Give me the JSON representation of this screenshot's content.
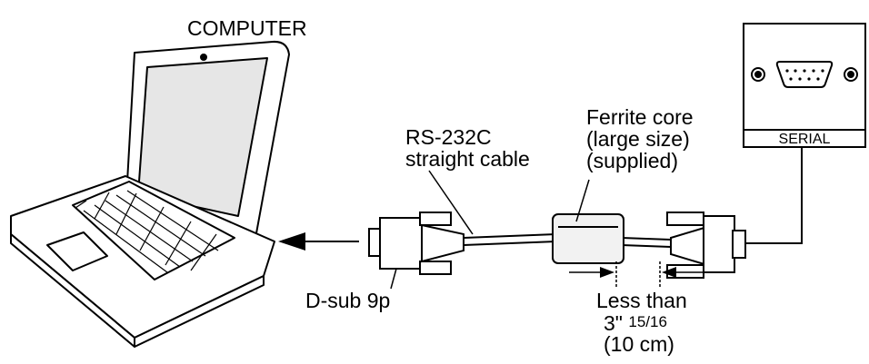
{
  "labels": {
    "computer": "COMPUTER",
    "cable_line1": "RS-232C",
    "cable_line2": "straight cable",
    "ferrite_line1": "Ferrite core",
    "ferrite_line2": "(large size)",
    "ferrite_line3": "(supplied)",
    "serial": "SERIAL",
    "dsub": "D-sub 9p",
    "dist_line1": "Less than",
    "dist_line2": "3\"",
    "dist_fraction": "15/16",
    "dist_line3": "(10 cm)"
  },
  "colors": {
    "ink": "#000000",
    "background": "#ffffff",
    "screen_fill": "#e6e6e6",
    "ferrite_fill": "#f2f2f2"
  }
}
